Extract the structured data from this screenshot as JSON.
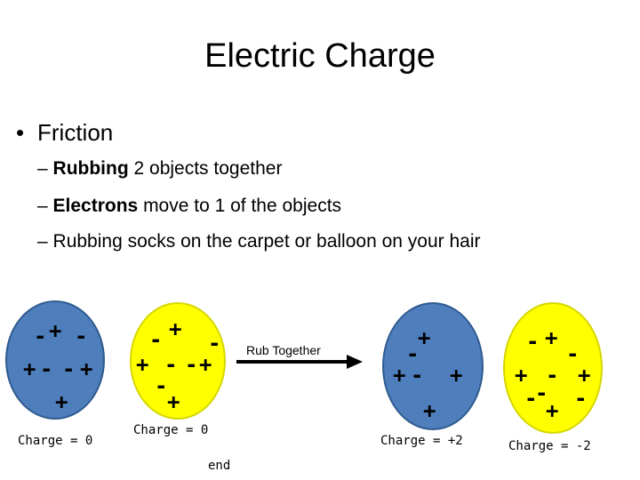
{
  "title": "Electric Charge",
  "bullet": "Friction",
  "subs": [
    {
      "bold": "Rubbing",
      "rest": " 2 objects together"
    },
    {
      "bold": "Electrons",
      "rest": " move to 1 of the objects"
    },
    {
      "bold": "",
      "rest": "Rubbing socks on the carpet or balloon on your hair"
    }
  ],
  "sub_prefix": "–",
  "arrow_label": "Rub Together",
  "captions": {
    "left_blue": "Charge = 0",
    "left_yellow": "Charge = 0",
    "right_blue": "Charge = +2",
    "right_yellow": "Charge = -2"
  },
  "end_label": "end",
  "colors": {
    "blue": "#4f7ebd",
    "yellow": "#ffff00"
  }
}
